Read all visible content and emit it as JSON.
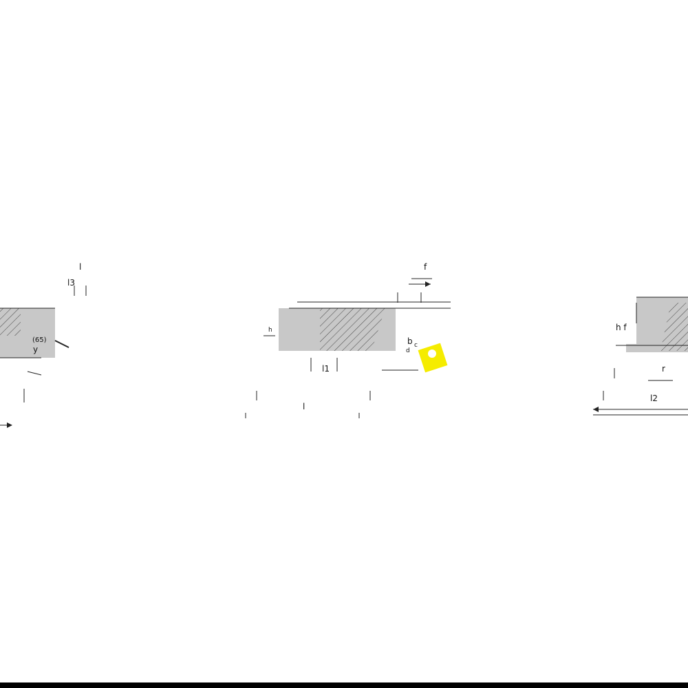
{
  "colors": {
    "body": "#c8c8c8",
    "line": "#222222",
    "insert": "#f5ec00",
    "background": "#ffffff"
  },
  "left_view": {
    "labels": {
      "l3": "l3",
      "angle": "(65)",
      "y": "y",
      "t": "l"
    }
  },
  "center_view": {
    "labels": {
      "f": "f",
      "l1": "l1",
      "h": "h",
      "l": "l",
      "b": "b",
      "c": "c",
      "d": "d"
    }
  },
  "right_view": {
    "labels": {
      "hf": "h f",
      "r": "r",
      "l2": "l2"
    }
  }
}
